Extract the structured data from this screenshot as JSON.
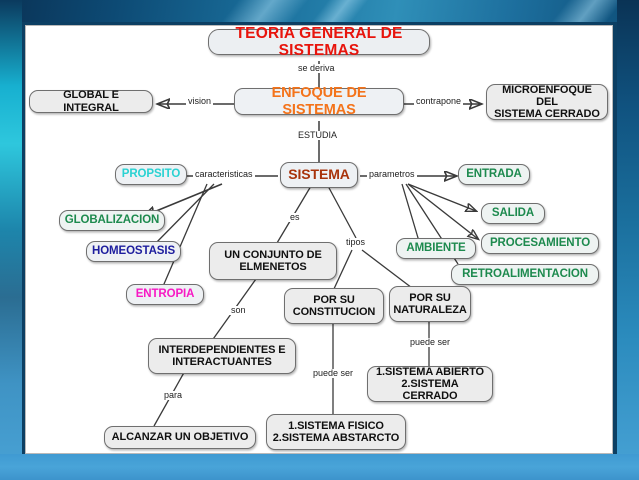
{
  "slide": {
    "frame_outer_color": "#0c3f63",
    "frame_bottom_color": "#49a4d8",
    "canvas_color": "#ffffff"
  },
  "map": {
    "title": "TEORIA GENERAL DE SISTEMAS",
    "nodes": {
      "teoria": "TEORIA GENERAL DE SISTEMAS",
      "enfoque": "ENFOQUE DE SISTEMAS",
      "global": "GLOBAL E INTEGRAL",
      "microenfoque": "MICROENFOQUE DEL\nSISTEMA CERRADO",
      "sistema": "SISTEMA",
      "propsito": "PROPSITO",
      "globalizacion": "GLOBALIZACION",
      "homeostasis": "HOMEOSTASIS",
      "entropia": "ENTROPIA",
      "entrada": "ENTRADA",
      "salida": "SALIDA",
      "procesamiento": "PROCESAMIENTO",
      "retroalimentacion": "RETROALIMENTACION",
      "ambiente": "AMBIENTE",
      "conjunto": "UN CONJUNTO DE\nELMENETOS",
      "constitucion": "POR SU\nCONSTITUCION",
      "naturaleza": "POR SU\nNATURALEZA",
      "interdependientes": "INTERDEPENDIENTES E\nINTERACTUANTES",
      "objetivo": "ALCANZAR UN OBJETIVO",
      "fisico_abstracto": "1.SISTEMA FISICO\n2.SISTEMA ABSTARCTO",
      "abierto_cerrado": "1.SISTEMA ABIERTO\n2.SISTEMA CERRADO"
    },
    "link_labels": {
      "se_deriva": "se deriva",
      "vision": "vision",
      "contrapone": "contrapone",
      "estudia": "ESTUDIA",
      "caracteristicas": "caracteristicas",
      "parametros": "parametros",
      "es": "es",
      "tipos": "tipos",
      "son": "son",
      "para": "para",
      "puede_ser_constitucion": "puede ser",
      "puede_ser_naturaleza": "puede ser"
    },
    "colors": {
      "title_text": "#e8140c",
      "enfoque_text": "#f4731a",
      "sistema_text": "#a8330b",
      "green_text": "#1d8a4e",
      "cyan_text": "#2ad2d2",
      "navy_text": "#1d1d9e",
      "magenta_text": "#f719c4",
      "black_text": "#101010",
      "node_border": "#6f6f6f",
      "connector": "#3a3a3a"
    }
  }
}
